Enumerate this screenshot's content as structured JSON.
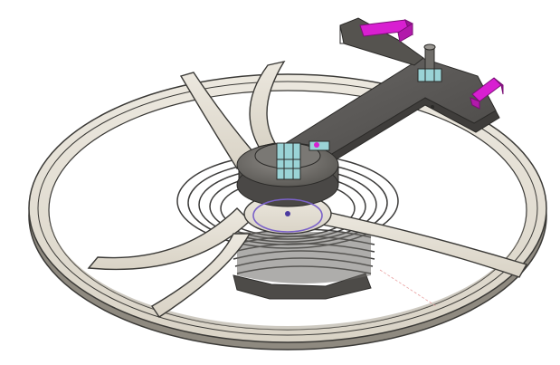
{
  "viewport": {
    "background": "#ffffff"
  },
  "model": {
    "parts": [
      "balance-wheel-rim",
      "balance-wheel-spokes",
      "hairspring",
      "balance-cock-bridge",
      "regulator-arm",
      "end-stone-assembly",
      "roller-table"
    ],
    "colors": {
      "rim_face": "#e6e1d6",
      "rim_edge": "#8f8a80",
      "rim_outline": "#3a3936",
      "bridge_face": "#5c5a58",
      "bridge_edge": "#3f3d3b",
      "spring": "#3d3c3b",
      "highlight_magenta": "#d81fd1",
      "jewel_cyan": "#9ad3d6",
      "selection_ring": "#7b62c9",
      "axis_line": "#e9a1a1"
    }
  }
}
